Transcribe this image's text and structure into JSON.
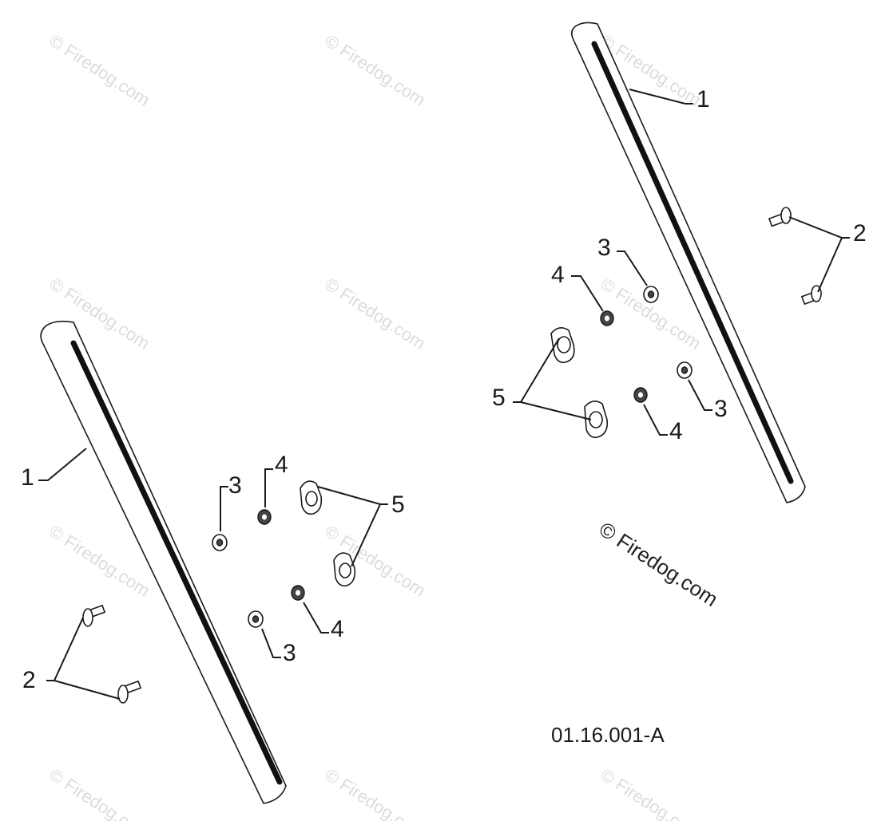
{
  "watermark": {
    "text": "© Firedog.com"
  },
  "drawing_code": "01.16.001-A",
  "callouts": {
    "rail": "1",
    "bolt": "2",
    "washer": "3",
    "nut": "4",
    "wing_nut": "5"
  }
}
